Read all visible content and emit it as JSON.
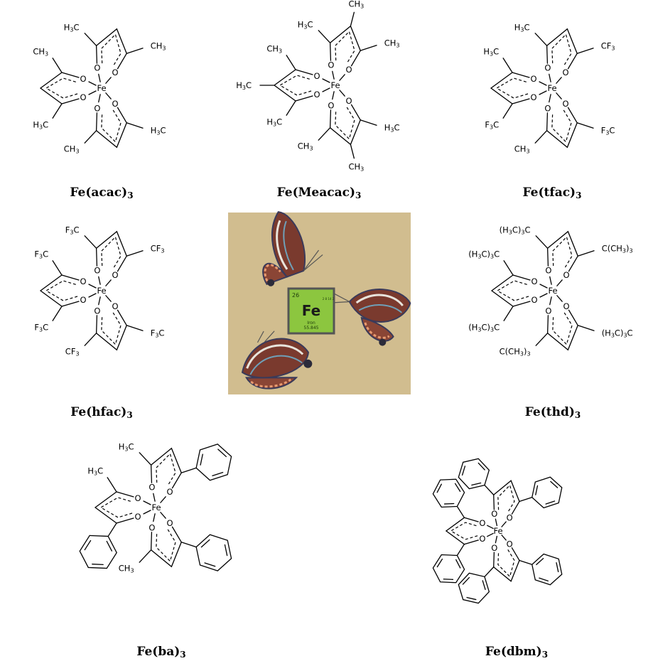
{
  "complexes": [
    {
      "id": "acac",
      "label": "Fe(acac)",
      "subscript": "3",
      "center": "Fe",
      "ligands": [
        {
          "left": "H3C",
          "right": "CH3"
        },
        {
          "left": "H3C",
          "right": "CH3"
        },
        {
          "left": "H3C",
          "right": "CH3"
        }
      ]
    },
    {
      "id": "meacac",
      "label": "Fe(Meacac)",
      "subscript": "3",
      "center": "Fe",
      "ligands": [
        {
          "left": "H3C",
          "right": "CH3",
          "mid": "CH3"
        },
        {
          "left": "H3C",
          "right": "CH3",
          "mid": "H3C"
        },
        {
          "left": "H3C",
          "right": "CH3",
          "mid": "CH3"
        }
      ]
    },
    {
      "id": "tfac",
      "label": "Fe(tfac)",
      "subscript": "3",
      "center": "Fe",
      "ligands": [
        {
          "left": "H3C",
          "right": "CF3"
        },
        {
          "left": "F3C",
          "right": "H3C"
        },
        {
          "left": "F3C",
          "right": "CH3"
        }
      ]
    },
    {
      "id": "hfac",
      "label": "Fe(hfac)",
      "subscript": "3",
      "center": "Fe",
      "ligands": [
        {
          "left": "F3C",
          "right": "CF3"
        },
        {
          "left": "F3C",
          "right": "F3C"
        },
        {
          "left": "F3C",
          "right": "CF3"
        }
      ]
    },
    {
      "id": "thd",
      "label": "Fe(thd)",
      "subscript": "3",
      "center": "Fe",
      "ligands": [
        {
          "left": "(H3C)3C",
          "right": "C(CH3)3"
        },
        {
          "left": "(H3C)3C",
          "right": "(H3C)3C"
        },
        {
          "left": "(H3C)3C",
          "right": "C(CH3)3"
        }
      ]
    },
    {
      "id": "ba",
      "label": "Fe(ba)",
      "subscript": "3",
      "center": "Fe",
      "ligands": [
        {
          "left": "H3C",
          "right": "phenyl"
        },
        {
          "left": "phenyl",
          "right": "H3C"
        },
        {
          "left": "phenyl",
          "right": "CH3"
        }
      ]
    },
    {
      "id": "dbm",
      "label": "Fe(dbm)",
      "subscript": "3",
      "center": "Fe",
      "ligands": [
        {
          "left": "phenyl",
          "right": "phenyl"
        },
        {
          "left": "phenyl",
          "right": "phenyl"
        },
        {
          "left": "phenyl",
          "right": "phenyl"
        }
      ]
    }
  ],
  "element_tile": {
    "number": "26",
    "symbol": "Fe",
    "name": "Iron",
    "mass": "55.845",
    "shells": "2 8 14 2",
    "tile_color": "#8cc63f",
    "background_color": "#d1bd8f"
  },
  "atom_labels": {
    "oxygen": "O"
  }
}
